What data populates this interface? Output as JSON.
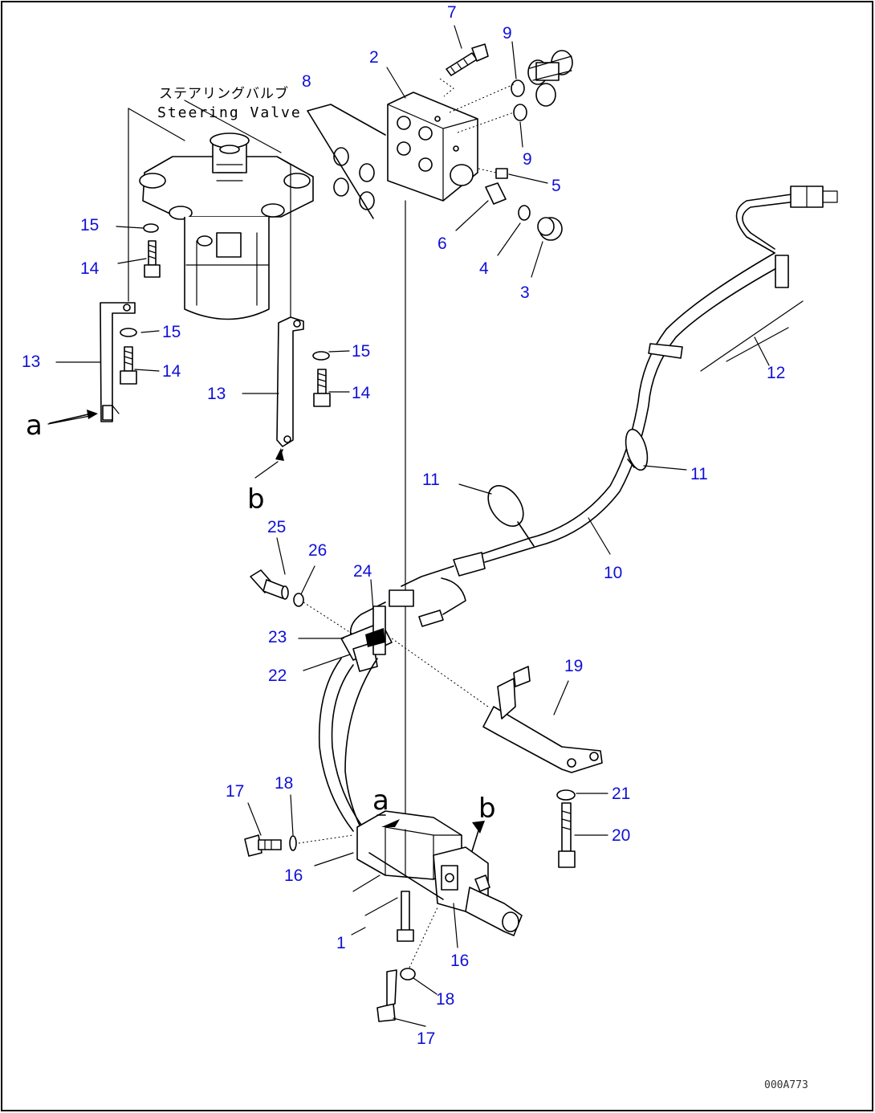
{
  "callouts": [
    "1",
    "2",
    "3",
    "4",
    "5",
    "6",
    "7",
    "8",
    "9",
    "9",
    "10",
    "11",
    "11",
    "12",
    "13",
    "13",
    "14",
    "14",
    "14",
    "15",
    "15",
    "15",
    "16",
    "16",
    "17",
    "17",
    "18",
    "18",
    "19",
    "20",
    "21",
    "22",
    "23",
    "24",
    "25",
    "26"
  ],
  "view_letters": {
    "a_left": "a",
    "b_left": "b",
    "a_valve": "a",
    "b_valve": "b"
  },
  "component_label": {
    "japanese": "ステアリングバルブ",
    "english": "Steering Valve"
  },
  "drawing_code": "000A773",
  "colors": {
    "callout": "#1010d8",
    "line": "#000000",
    "background": "#ffffff"
  }
}
